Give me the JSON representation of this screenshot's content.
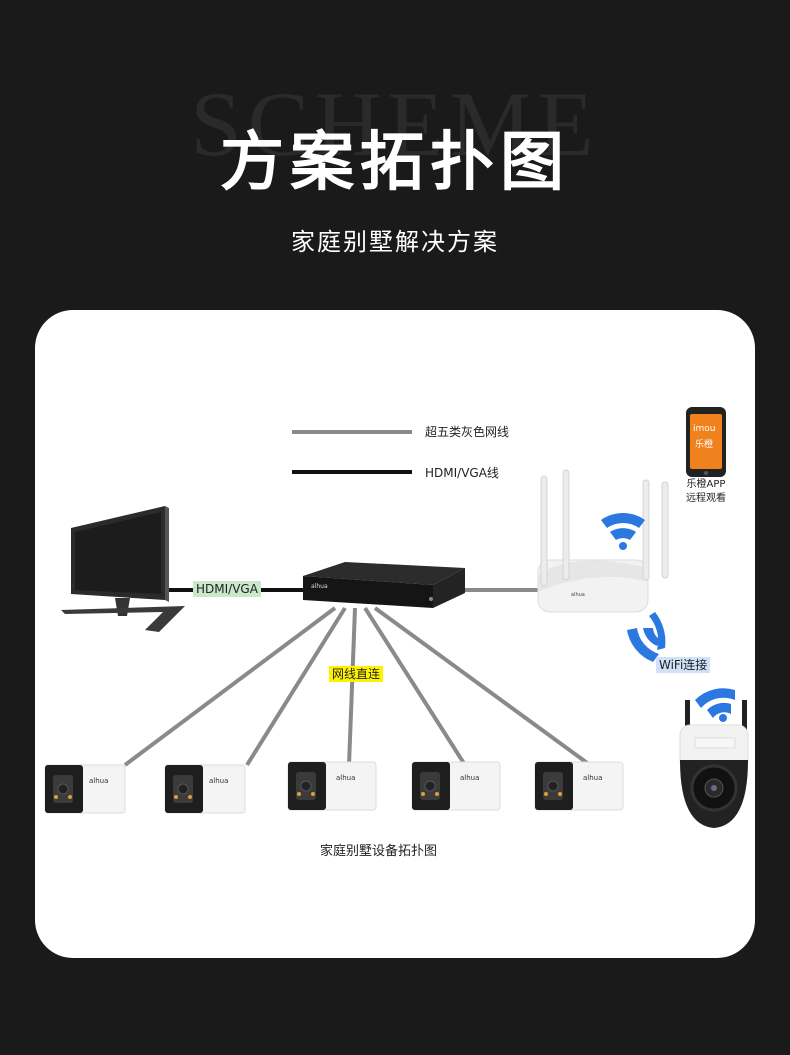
{
  "header": {
    "bg_word": "SCHEME",
    "title": "方案拓扑图",
    "subtitle": "家庭别墅解决方案"
  },
  "legend": {
    "gray_line": "超五类灰色网线",
    "black_line": "HDMI/VGA线"
  },
  "labels": {
    "hdmi_link": "HDMI/VGA",
    "cable_direct": "网线直连",
    "wifi_link": "WiFi连接",
    "caption": "家庭别墅设备拓扑图"
  },
  "app": {
    "logo_en": "imou",
    "logo_cn": "乐橙",
    "line1": "乐橙APP",
    "line2": "远程观看"
  },
  "devices": {
    "nvr_brand": "alhua",
    "camera_brand": "alhua"
  },
  "colors": {
    "gray_line": "#8a8a8a",
    "black_line": "#111111",
    "wifi_blue": "#2a78e0",
    "app_orange": "#f0821e"
  }
}
